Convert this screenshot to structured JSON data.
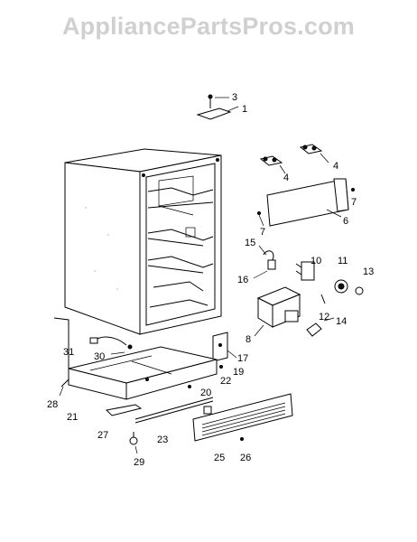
{
  "watermark": "AppliancePartsPros.com",
  "callouts": [
    "1",
    "3",
    "4",
    "4",
    "7",
    "7",
    "6",
    "15",
    "16",
    "10",
    "11",
    "13",
    "12",
    "8",
    "14",
    "17",
    "19",
    "22",
    "20",
    "31",
    "30",
    "28",
    "21",
    "27",
    "23",
    "29",
    "25",
    "26"
  ]
}
